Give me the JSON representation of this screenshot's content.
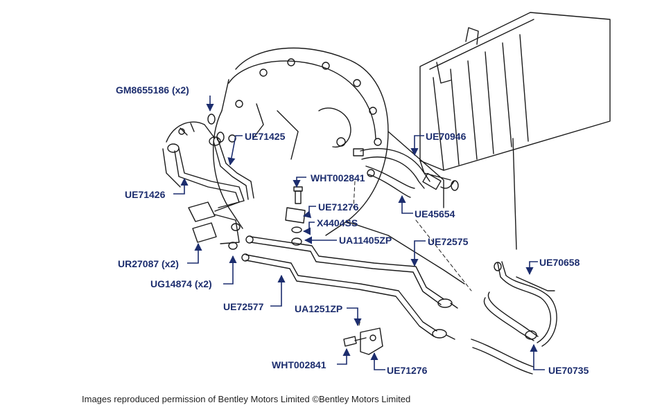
{
  "diagram": {
    "labels": {
      "gm8655186": "GM8655186 (x2)",
      "ue71425": "UE71425",
      "ue71426": "UE71426",
      "ur27087": "UR27087 (x2)",
      "ug14874": "UG14874 (x2)",
      "ue72577": "UE72577",
      "wht002841_top": "WHT002841",
      "ue71276_top": "UE71276",
      "x4404ss": "X4404SS",
      "ua11405zp": "UA11405ZP",
      "ue70946": "UE70946",
      "ue45654": "UE45654",
      "ue72575": "UE72575",
      "ue70658": "UE70658",
      "ue70735": "UE70735",
      "ua1251zp": "UA1251ZP",
      "wht002841_bottom": "WHT002841",
      "ue71276_bottom": "UE71276"
    },
    "caption": "Images reproduced permission of Bentley Motors Limited ©Bentley Motors Limited",
    "colors": {
      "label": "#1c2d6e",
      "line_art": "#1a1a1a",
      "leader": "#1c2d6e"
    }
  }
}
